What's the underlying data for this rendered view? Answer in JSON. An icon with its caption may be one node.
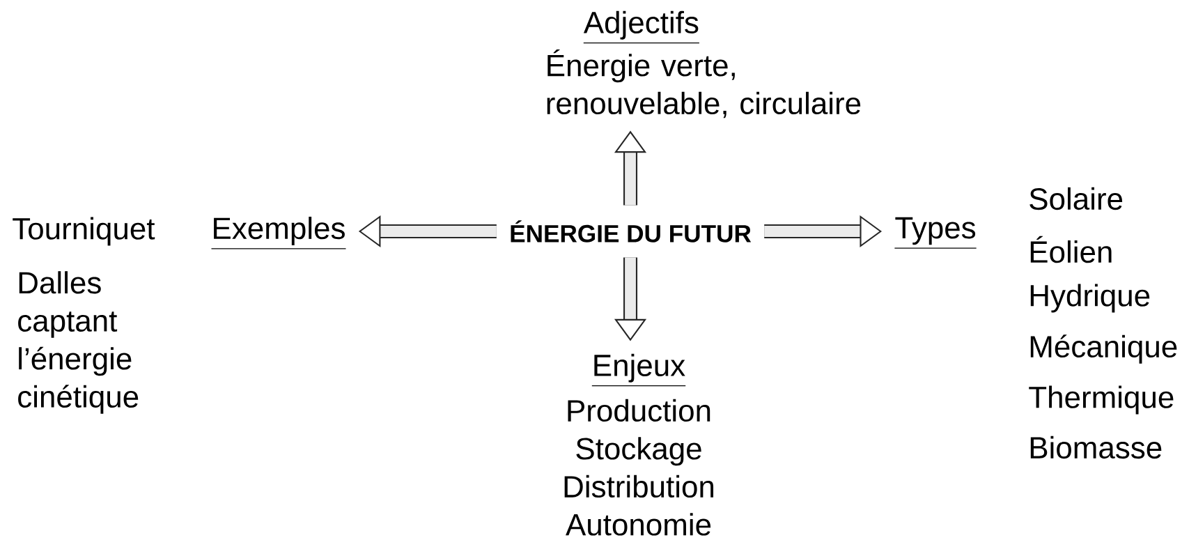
{
  "diagram": {
    "nodes": [
      {
        "text": [
          "ÉNERGIE DU FUTUR"
        ]
      },
      {
        "text": [
          "Adjectifs",
          "Énergie verte, renouvelable, circulaire"
        ]
      },
      {
        "text": [
          "Exemples"
        ],
        "beside": [
          "Tourniquet",
          "Dalles captant l’énergie cinétique"
        ]
      },
      {
        "text": [
          "Types"
        ],
        "beside": [
          "Solaire",
          "Éolien",
          "Hydrique",
          "Mécanique",
          "Thermique",
          "Biomasse"
        ]
      },
      {
        "text": [
          "Enjeux",
          "Production",
          "Stockage",
          "Distribution",
          "Autonomie"
        ]
      }
    ],
    "edges": [
      {
        "from": 0,
        "to": 1,
        "arrow": "to"
      },
      {
        "from": 0,
        "to": 2,
        "arrow": "to"
      },
      {
        "from": 0,
        "to": 3,
        "arrow": "to"
      },
      {
        "from": 0,
        "to": 4,
        "arrow": "to"
      }
    ]
  }
}
